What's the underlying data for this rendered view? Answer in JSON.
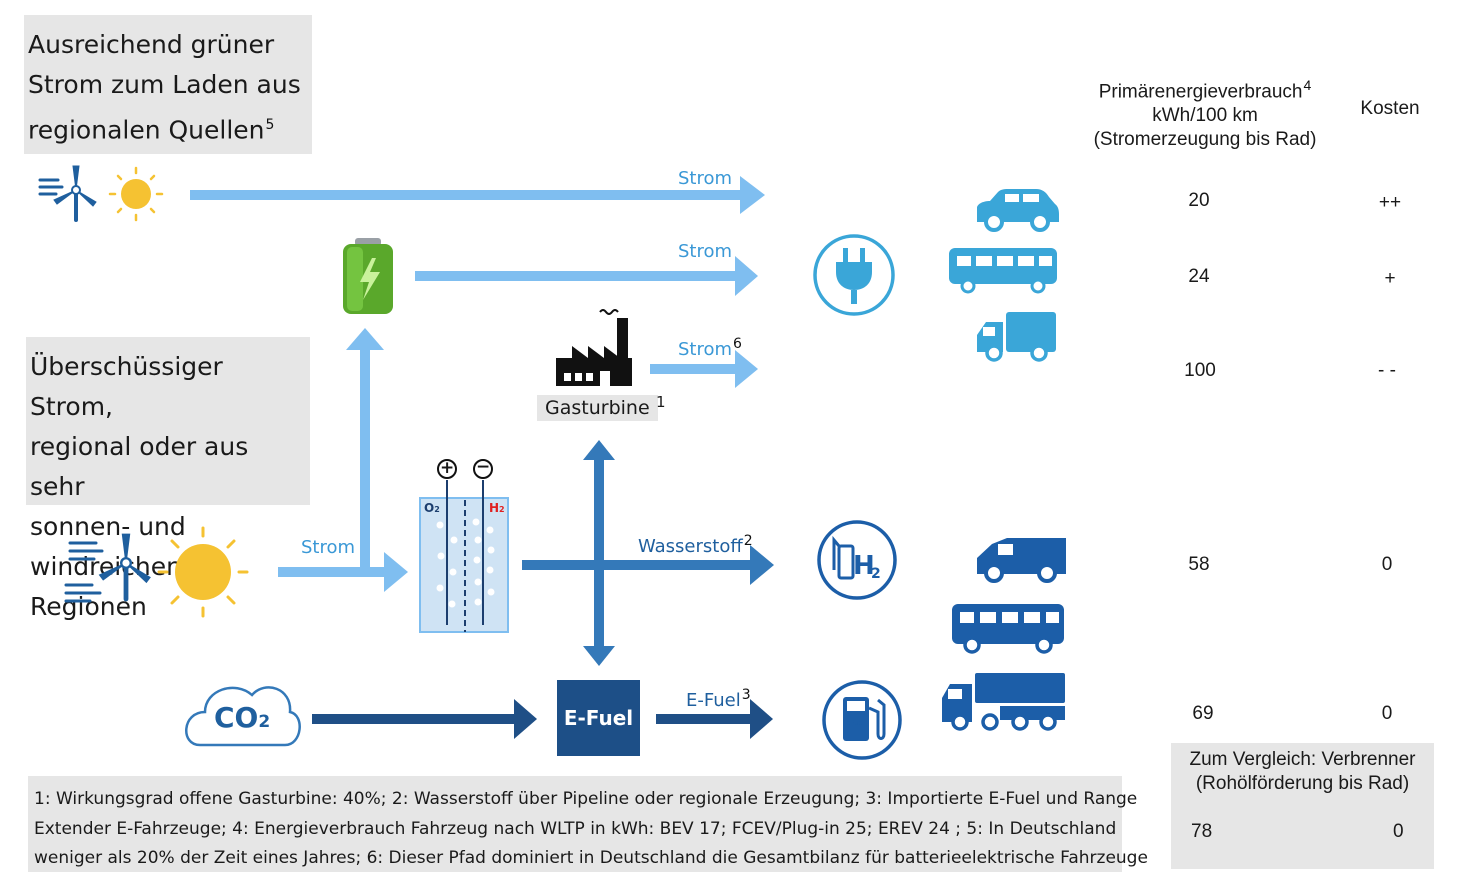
{
  "sources": {
    "green": {
      "lines": [
        "Ausreichend grüner",
        "Strom zum Laden aus",
        "regionalen Quellen"
      ],
      "note": "5"
    },
    "surplus": {
      "lines": [
        "Überschüssiger Strom,",
        "regional oder aus sehr",
        "sonnen- und",
        "windreichen Regionen"
      ]
    }
  },
  "flows": {
    "strom_top": "Strom",
    "strom_battery": "Strom",
    "strom_gas": "Strom",
    "strom_gas_note": "6",
    "strom_left": "Strom",
    "wasserstoff": "Wasserstoff",
    "wasserstoff_note": "2",
    "efuel": "E-Fuel",
    "efuel_note": "3"
  },
  "components": {
    "gasturbine": "Gasturbine",
    "gasturbine_note": "1",
    "efuel_box": "E-Fuel",
    "co2": "CO",
    "co2_sub": "2",
    "o2": "O",
    "o2_sub": "2",
    "h2": "H",
    "h2_sub": "2",
    "efuel_pump_label": "eFuel",
    "plus": "+",
    "minus": "−"
  },
  "table": {
    "head_energy_lines": [
      "Primärenergieverbrauch",
      "kWh/100 km",
      "(Stromerzeugung bis Rad)"
    ],
    "head_energy_note": "4",
    "head_cost": "Kosten",
    "rows": [
      {
        "energy": "20",
        "cost": "++"
      },
      {
        "energy": "24",
        "cost": "+"
      },
      {
        "energy": "100",
        "cost": "- -"
      },
      {
        "energy": "58",
        "cost": "0"
      },
      {
        "energy": "69",
        "cost": "0"
      }
    ],
    "comparison": {
      "lines": [
        "Zum Vergleich: Verbrenner",
        "(Rohölförderung bis Rad)"
      ],
      "energy": "78",
      "cost": "0"
    }
  },
  "footnotes": [
    "1: Wirkungsgrad offene Gasturbine: 40%; 2:  Wasserstoff über Pipeline oder regionale Erzeugung; 3:  Importierte E-Fuel und Range",
    "Extender E-Fahrzeuge;  4:  Energieverbrauch Fahrzeug nach WLTP in kWh: BEV 17; FCEV/Plug-in 25; EREV 24 ; 5: In Deutschland",
    "weniger als 20% der Zeit eines Jahres; 6: Dieser Pfad dominiert in Deutschland die Gesamtbilanz für batterieelektrische Fahrzeuge"
  ],
  "colors": {
    "light_blue": "#7fbef0",
    "mid_blue": "#3a98d6",
    "dark_blue": "#1f5f9e",
    "navy": "#1d4f87",
    "vehicle_light": "#3aa6d8",
    "vehicle_dark": "#1c5ea8",
    "box_gray": "#e6e6e6"
  }
}
